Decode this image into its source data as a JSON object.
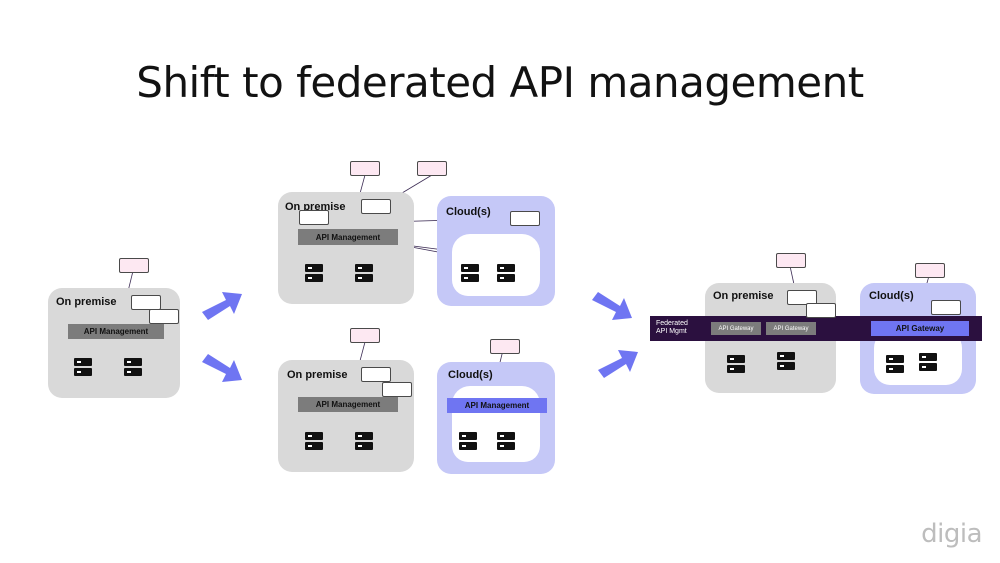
{
  "title": "Shift to federated API management",
  "labels": {
    "on_premise": "On premise",
    "clouds": "Cloud(s)",
    "api_management": "API Management",
    "api_gateway": "API Gateway",
    "federated_line1": "Federated",
    "federated_line2": "API Mgmt"
  },
  "logo": "digia",
  "colors": {
    "onprem": "#d9d9d9",
    "cloud": "#c5c8f7",
    "accent": "#6f75f2",
    "federated": "#2b103f",
    "client_pink": "#fde8f2"
  }
}
